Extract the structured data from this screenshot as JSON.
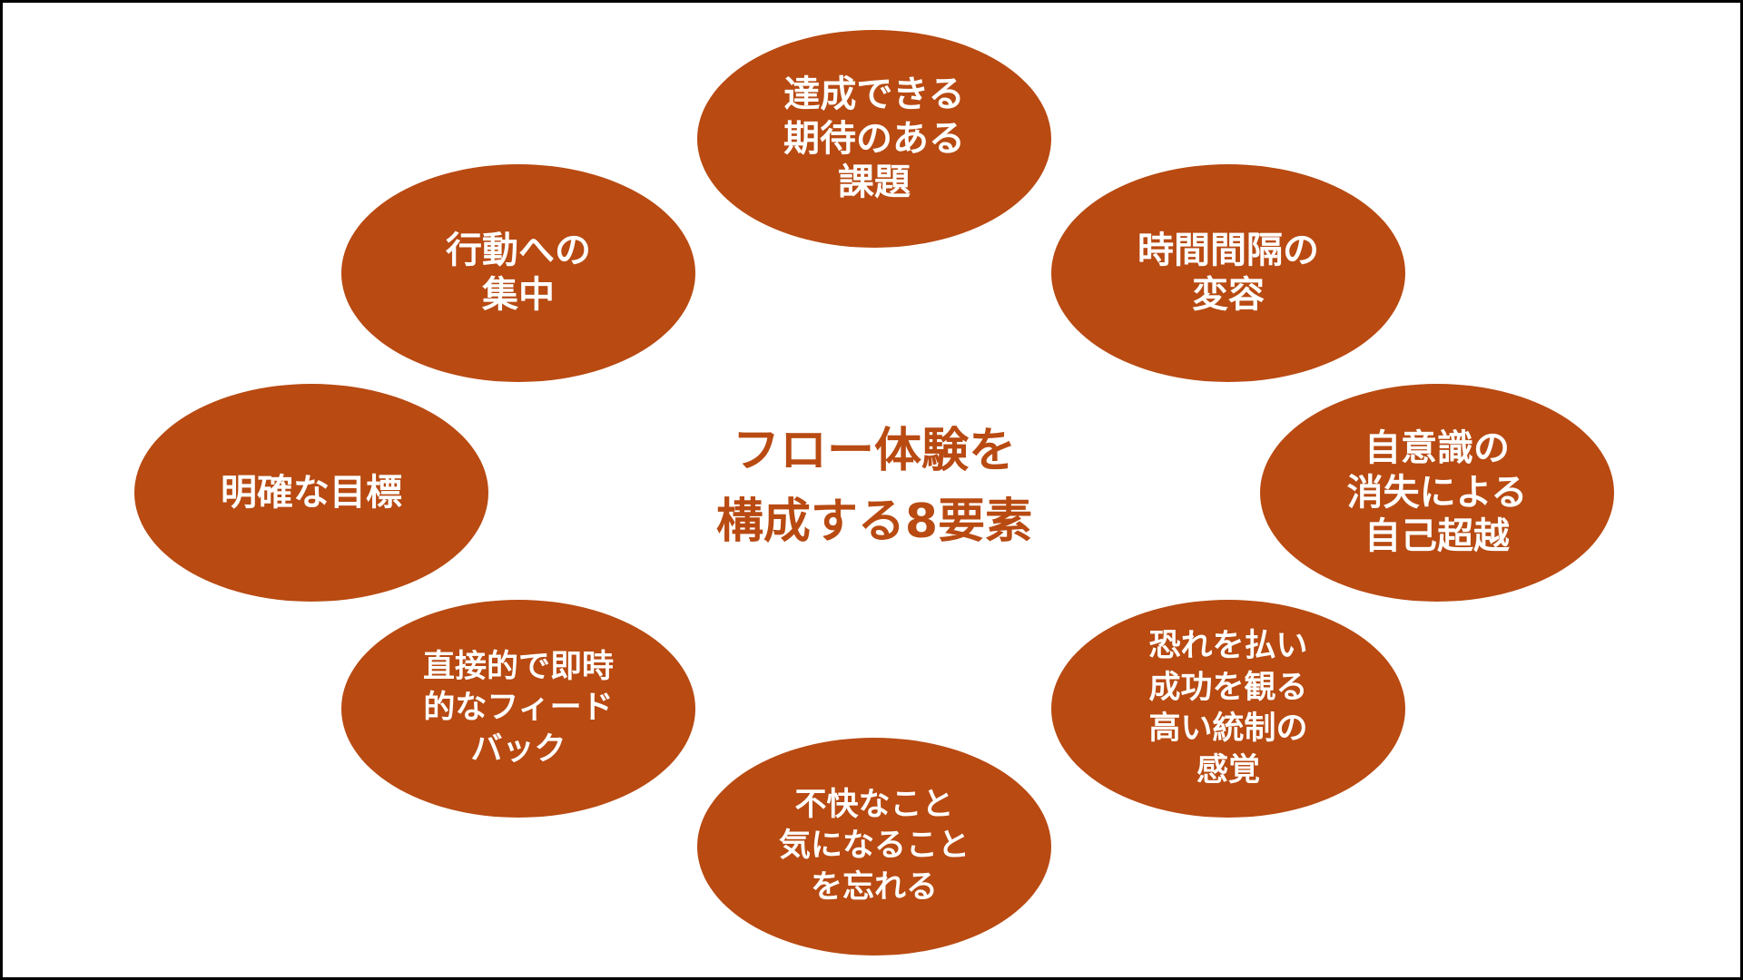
{
  "diagram": {
    "title": "フロー体験を\n構成する8要素",
    "accent_color": "#b84a12",
    "nodes": [
      {
        "id": "goal",
        "label": "明確な目標"
      },
      {
        "id": "focus",
        "label": "行動への\n集中"
      },
      {
        "id": "challenge",
        "label": "達成できる\n期待のある\n課題"
      },
      {
        "id": "time",
        "label": "時間間隔の\n変容"
      },
      {
        "id": "self",
        "label": "自意識の\n消失による\n自己超越"
      },
      {
        "id": "control",
        "label": "恐れを払い\n成功を観る\n高い統制の\n感覚"
      },
      {
        "id": "worry",
        "label": "不快なこと\n気になること\nを忘れる"
      },
      {
        "id": "feedback",
        "label": "直接的で即時\n的なフィード\nバック"
      }
    ]
  }
}
